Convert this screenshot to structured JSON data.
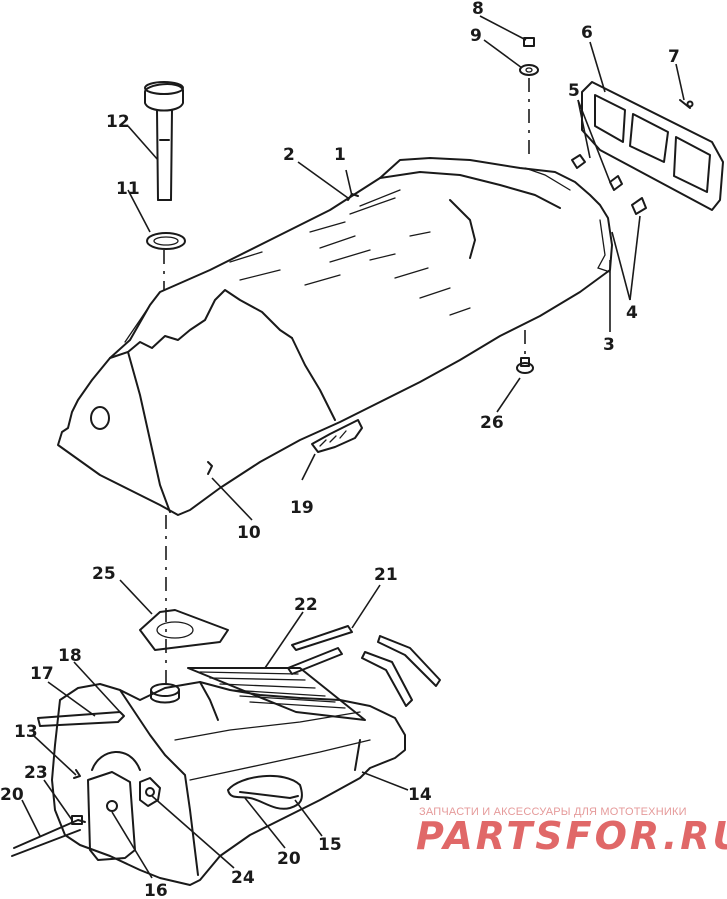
{
  "diagram": {
    "callouts": [
      "1",
      "2",
      "3",
      "4",
      "5",
      "6",
      "7",
      "8",
      "9",
      "10",
      "11",
      "12",
      "13",
      "14",
      "15",
      "16",
      "17",
      "18",
      "19",
      "20",
      "20",
      "21",
      "22",
      "23",
      "24",
      "25",
      "26"
    ]
  },
  "watermark": {
    "caption": "ЗАПЧАСТИ И АКСЕССУАРЫ ДЛЯ МОТОТЕХНИКИ",
    "logo": "PARTSFOR.RU"
  }
}
